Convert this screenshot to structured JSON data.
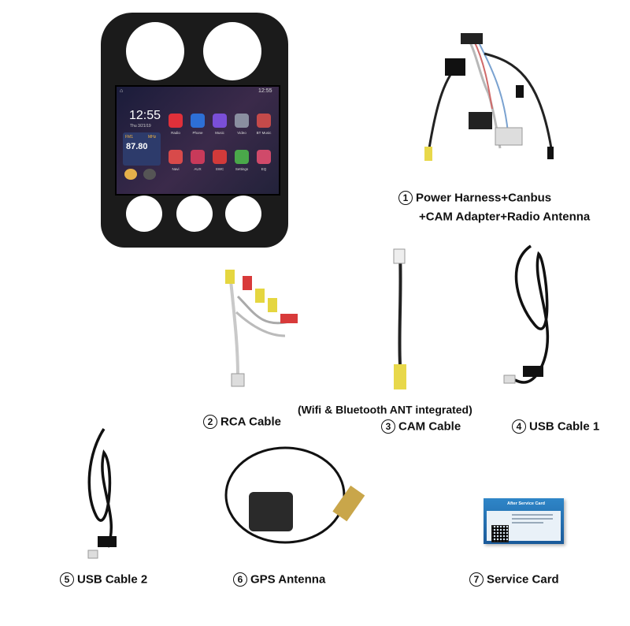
{
  "head_unit": {
    "status_time": "12:55",
    "clock": "12:55",
    "date": "Thu 3/21/19",
    "radio_band_left": "FM1",
    "radio_band_right": "MHz",
    "frequency": "87.80",
    "apps": [
      "Radio",
      "Phone",
      "Music",
      "Video",
      "BT Music",
      "Navi",
      "AUX",
      "SWC",
      "Settings",
      "EQ"
    ],
    "app_colors": [
      "#e0303a",
      "#2d6fd6",
      "#7a4fd8",
      "#8a8fa0",
      "#c44a4a",
      "#d84a4a",
      "#c83a5a",
      "#d23a3a",
      "#4aa84a",
      "#d04a6a"
    ]
  },
  "items": [
    {
      "number": "1",
      "label": "Power Harness+Canbus"
    },
    {
      "number": "",
      "label": "+CAM Adapter+Radio Antenna"
    },
    {
      "number": "2",
      "label": "RCA Cable"
    },
    {
      "number": "",
      "label": "(Wifi & Bluetooth ANT integrated)"
    },
    {
      "number": "3",
      "label": "CAM Cable"
    },
    {
      "number": "4",
      "label": "USB Cable 1"
    },
    {
      "number": "5",
      "label": "USB Cable 2"
    },
    {
      "number": "6",
      "label": "GPS Antenna"
    },
    {
      "number": "7",
      "label": "Service Card"
    }
  ],
  "service_card": {
    "title": "After Service Card"
  }
}
